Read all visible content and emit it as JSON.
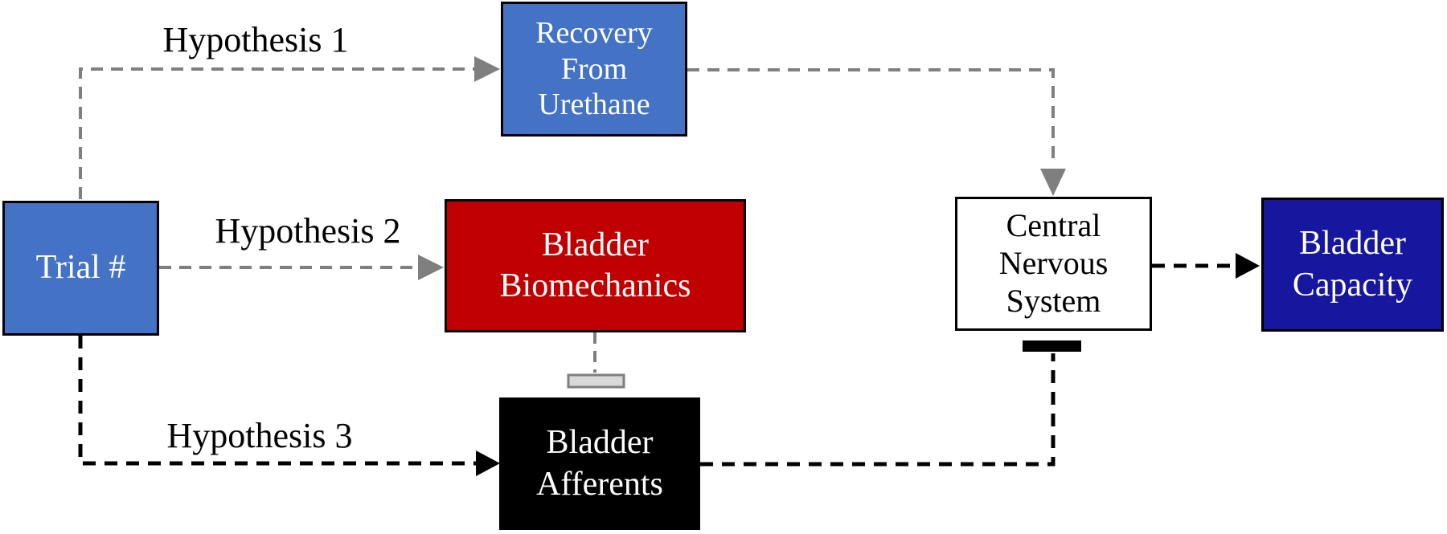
{
  "diagram": {
    "nodes": {
      "trial_number": {
        "label": "Trial #",
        "fill": "#4472C4",
        "text_color": "#FFFFFF"
      },
      "recovery_from_urethane": {
        "label": "Recovery\nFrom\nUrethane",
        "fill": "#4472C4",
        "text_color": "#FFFFFF"
      },
      "bladder_biomechanics": {
        "label": "Bladder\nBiomechanics",
        "fill": "#C00000",
        "text_color": "#FFFFFF"
      },
      "bladder_afferents": {
        "label": "Bladder\nAfferents",
        "fill": "#000000",
        "text_color": "#FFFFFF"
      },
      "central_nervous_system": {
        "label": "Central\nNervous\nSystem",
        "fill": "#FFFFFF",
        "text_color": "#000000"
      },
      "bladder_capacity": {
        "label": "Bladder\nCapacity",
        "fill": "#16169E",
        "text_color": "#FFFFFF"
      }
    },
    "edge_labels": {
      "hypothesis1": "Hypothesis 1",
      "hypothesis2": "Hypothesis 2",
      "hypothesis3": "Hypothesis 3"
    },
    "edges": {
      "trial_to_recovery": {
        "label_key": "hypothesis1",
        "style": "dashed",
        "color": "#7F7F7F",
        "terminator": "arrowhead"
      },
      "trial_to_biomechanics": {
        "label_key": "hypothesis2",
        "style": "dashed",
        "color": "#7F7F7F",
        "terminator": "arrowhead"
      },
      "trial_to_afferents": {
        "label_key": "hypothesis3",
        "style": "dashed",
        "color": "#000000",
        "terminator": "arrowhead"
      },
      "recovery_to_cns": {
        "style": "dashed",
        "color": "#7F7F7F",
        "terminator": "arrowhead"
      },
      "biomechanics_to_afferents": {
        "style": "dashed",
        "color": "#7F7F7F",
        "terminator": "inhibitor-bar"
      },
      "afferents_to_cns": {
        "style": "dashed",
        "color": "#000000",
        "terminator": "inhibitor-bar"
      },
      "cns_to_capacity": {
        "style": "dashed",
        "color": "#000000",
        "terminator": "arrowhead"
      }
    },
    "symbol_colors": {
      "gray_edge": "#7F7F7F",
      "black_edge": "#000000",
      "gray_inhibitor_fill": "#D9D9D9",
      "gray_inhibitor_border": "#7F7F7F",
      "black_inhibitor_fill": "#000000"
    }
  }
}
